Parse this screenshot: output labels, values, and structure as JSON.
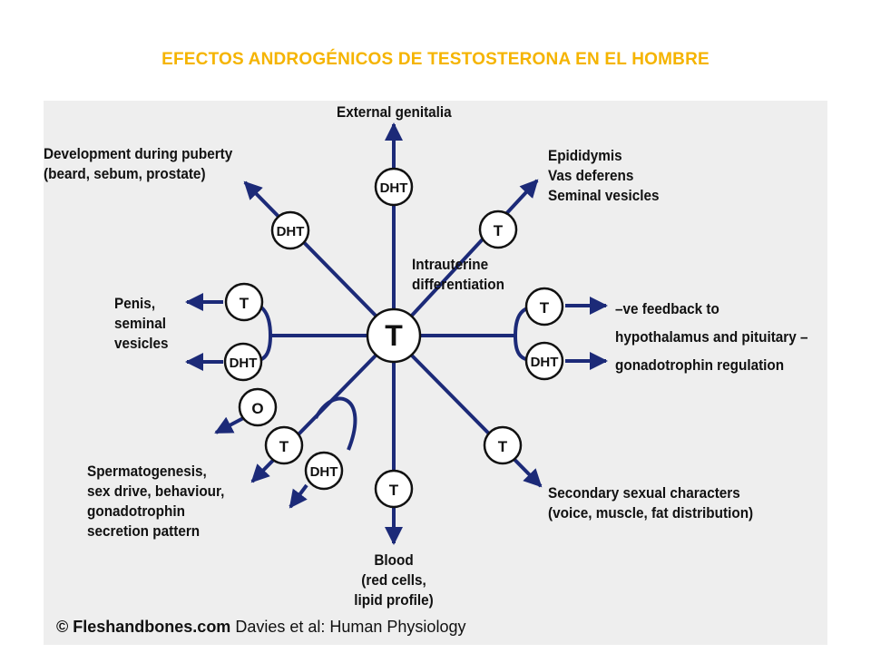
{
  "title": "EFECTOS ANDROGÉNICOS DE TESTOSTERONA EN EL HOMBRE",
  "center_node": "T",
  "nodes": {
    "dht_top": "DHT",
    "dht_upper_left": "DHT",
    "t_upper_right": "T",
    "t_left_upper": "T",
    "dht_left_lower": "DHT",
    "t_right_upper": "T",
    "dht_right_lower": "DHT",
    "o_lower_left": "O",
    "t_lower_left": "T",
    "dht_lower_left": "DHT",
    "t_bottom": "T",
    "t_lower_right": "T"
  },
  "labels": {
    "external_genitalia": "External genitalia",
    "development_line1": "Development during puberty",
    "development_line2": "(beard, sebum, prostate)",
    "epididymis_line1": "Epididymis",
    "epididymis_line2": "Vas deferens",
    "epididymis_line3": "Seminal vesicles",
    "intrauterine_line1": "Intrauterine",
    "intrauterine_line2": "differentiation",
    "penis_line1": "Penis,",
    "penis_line2": "seminal",
    "penis_line3": "vesicles",
    "feedback_line1": "–ve feedback to",
    "feedback_line2": "hypothalamus and pituitary –",
    "feedback_line3": "gonadotrophin regulation",
    "sperm_line1": "Spermatogenesis,",
    "sperm_line2": "sex drive, behaviour,",
    "sperm_line3": "gonadotrophin",
    "sperm_line4": "secretion pattern",
    "secondary_line1": "Secondary sexual characters",
    "secondary_line2": "(voice, muscle, fat distribution)",
    "blood_line1": "Blood",
    "blood_line2": "(red cells,",
    "blood_line3": "lipid profile)"
  },
  "copyright": {
    "symbol": "©",
    "site": "Fleshandbones.com",
    "source": "Davies et al: Human Physiology"
  },
  "colors": {
    "title": "#f5b400",
    "line": "#1c2a78",
    "figure_bg": "#eeeeee"
  }
}
